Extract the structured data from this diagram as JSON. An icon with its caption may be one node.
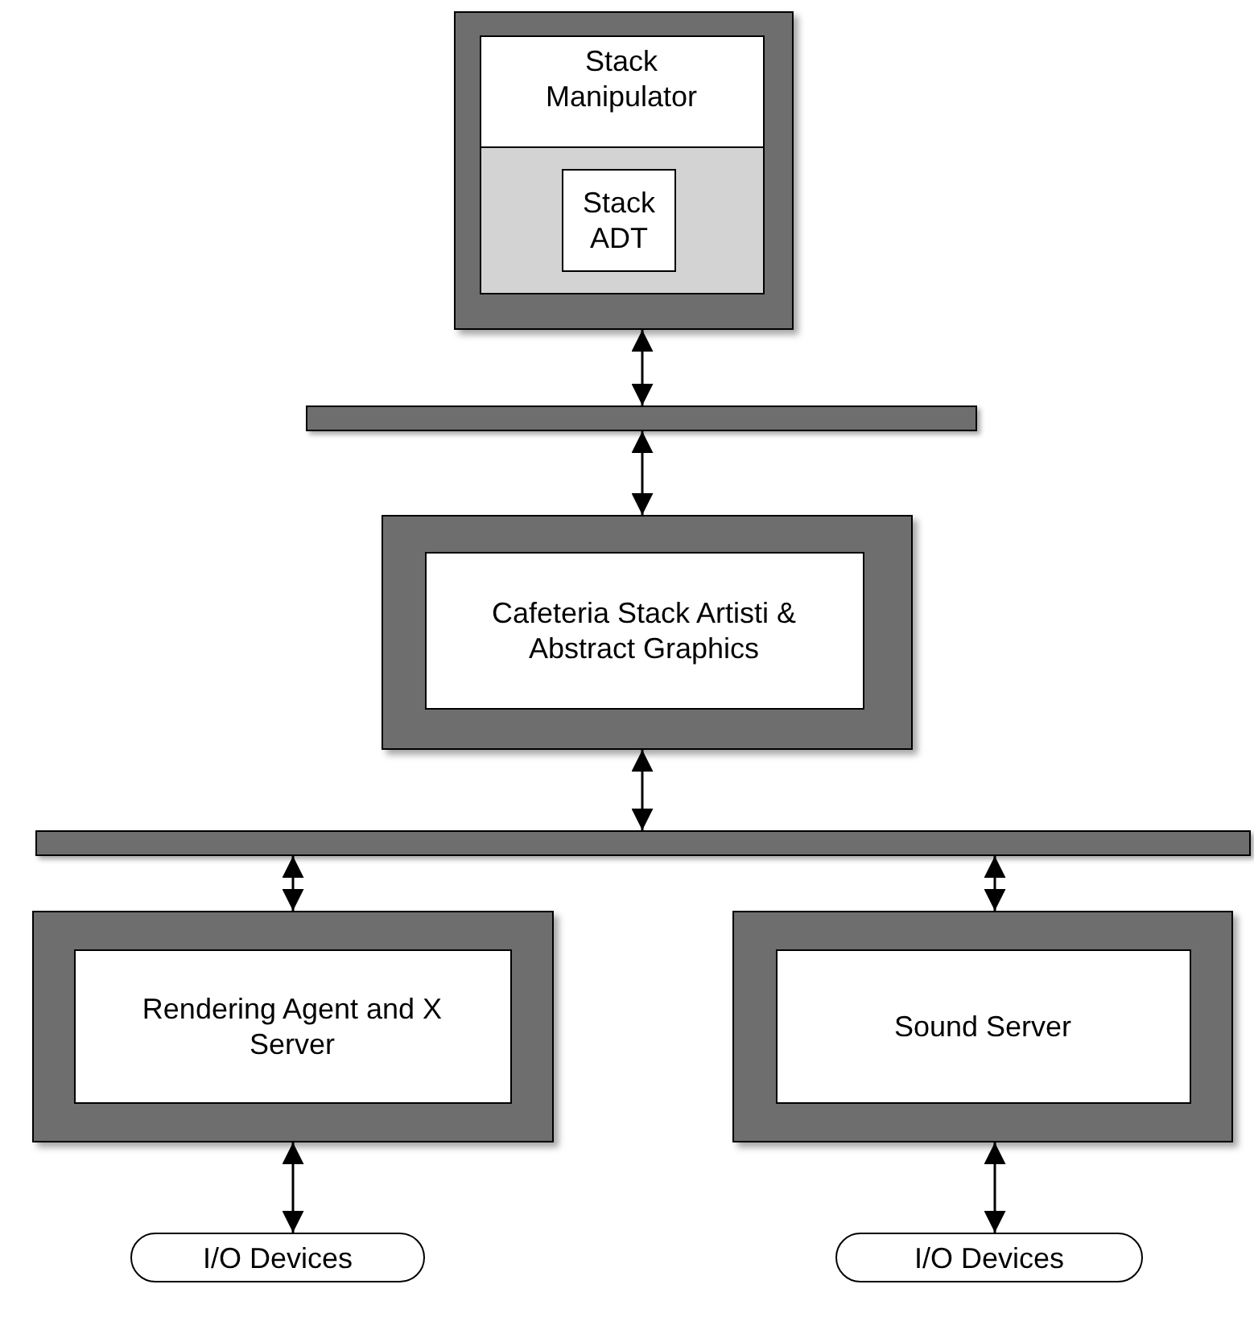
{
  "diagram": {
    "nodes": [
      {
        "text": [],
        "shape": "box"
      },
      {
        "text": [
          "Stack Manipulator"
        ],
        "in": 0
      },
      {
        "text": [
          "Stack ADT"
        ],
        "in": 1
      },
      {
        "text": [],
        "shape": "bar"
      },
      {
        "text": [],
        "shape": "box"
      },
      {
        "text": [
          "Cafeteria Stack Artisti & Abstract Graphics"
        ],
        "in": 4
      },
      {
        "text": [],
        "shape": "bar"
      },
      {
        "text": [],
        "shape": "box"
      },
      {
        "text": [
          "Rendering Agent and X Server"
        ],
        "in": 7
      },
      {
        "text": [],
        "shape": "box"
      },
      {
        "text": [
          "Sound Server"
        ],
        "in": 9
      },
      {
        "text": [
          "I/O Devices"
        ]
      },
      {
        "text": [
          "I/O Devices"
        ]
      }
    ],
    "edges": [
      {
        "from": 0,
        "to": 3,
        "arrow": "both"
      },
      {
        "from": 3,
        "to": 4,
        "arrow": "both"
      },
      {
        "from": 4,
        "to": 6,
        "arrow": "both"
      },
      {
        "from": 6,
        "to": 7,
        "arrow": "both"
      },
      {
        "from": 6,
        "to": 9,
        "arrow": "both"
      },
      {
        "from": 7,
        "to": 11,
        "arrow": "both"
      },
      {
        "from": 9,
        "to": 12,
        "arrow": "both"
      }
    ]
  }
}
